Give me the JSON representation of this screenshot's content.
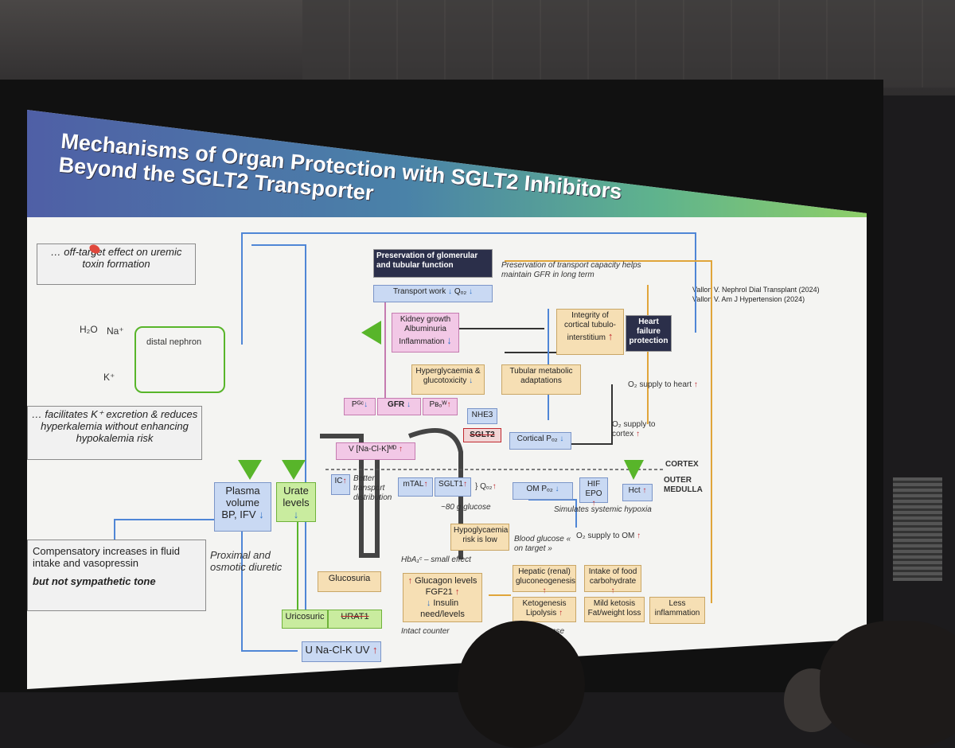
{
  "slide": {
    "title_line1": "Mechanisms of Organ Protection with SGLT2 Inhibitors",
    "title_line2": "Beyond the SGLT2 Transporter",
    "ref1": "Vallon V. Nephrol Dial Transplant (2024)",
    "ref2": "Vallon V. Am J Hypertension (2024)"
  },
  "left": {
    "offtarget": "… off-target effect on uremic toxin formation",
    "h2o": "H₂O",
    "na": "Na⁺",
    "k": "K⁺",
    "distal": "distal nephron",
    "kexcretion": "… facilitates K⁺ excretion & reduces hyperkalemia without enhancing hypokalemia risk",
    "comp1": "Compensatory increases in fluid intake and vasopressin",
    "comp2": "but not sympathetic tone",
    "proximal": "Proximal and osmotic diuretic"
  },
  "nodes": {
    "preservation": "Preservation of glomerular and tubular function",
    "preservation_note": "Preservation of transport capacity helps maintain GFR in long term",
    "transport": "Transport work",
    "qo2": "Qₒ₂",
    "kidney": "Kidney growth Albuminuria Inflammation",
    "integrity": "Integrity of cortical tubulo-interstitium",
    "heart": "Heart failure protection",
    "hyperg": "Hyperglycaemia & glucotoxicity",
    "tubular": "Tubular metabolic adaptations",
    "pgc": "Pᴳᶜ",
    "gfr": "GFR",
    "pbow": "Pʙₒᵂ",
    "nhe3": "NHE3",
    "sglt2": "SGLT2",
    "cortical": "Cortical Pₒ₂",
    "o2cortex": "O₂ supply to cortex",
    "o2heart": "O₂ supply to heart",
    "vnacl": "V [Na-Cl-K]ᴹᴰ",
    "cortex": "CORTEX",
    "outer": "OUTER MEDULLA",
    "ic": "IC",
    "better": "Better transport distribution",
    "mtal": "mTAL",
    "sglt1": "SGLT1",
    "glucose80": "~80 g glucose",
    "om": "OM Pₒ₂",
    "hif": "HIF EPO",
    "hct": "Hct",
    "simulates": "Simulates systemic hypoxia",
    "o2om": "O₂ supply to OM",
    "hypog": "Hypoglycaemia risk is low",
    "bloodg": "Blood glucose « on target »",
    "hba1c": "HbA₁ᶜ – small effect",
    "plasma": "Plasma volume BP, IFV",
    "urate": "Urate levels",
    "glucosuria": "Glucosuria",
    "glucagon": "Glucagon levels",
    "fgf21": "FGF21",
    "insulin": "Insulin need/levels",
    "hepatic": "Hepatic (renal) gluconeogenesis",
    "intake": "Intake of food carbohydrate",
    "keto": "Ketogenesis Lipolysis",
    "mild": "Mild ketosis Fat/weight loss",
    "less": "Less inflammation",
    "uricosuric": "Uricosuric",
    "urat1": "URAT1",
    "intact": "Intact counter",
    "response": "ng response",
    "unacl": "U Na-Cl-K UV"
  },
  "colors": {
    "up": "#c0292f",
    "down": "#3274c8",
    "green_arrow": "#58b52a",
    "orange_line": "#e0a53a",
    "blue_line": "#4f86d6",
    "dark_line": "#333333"
  }
}
